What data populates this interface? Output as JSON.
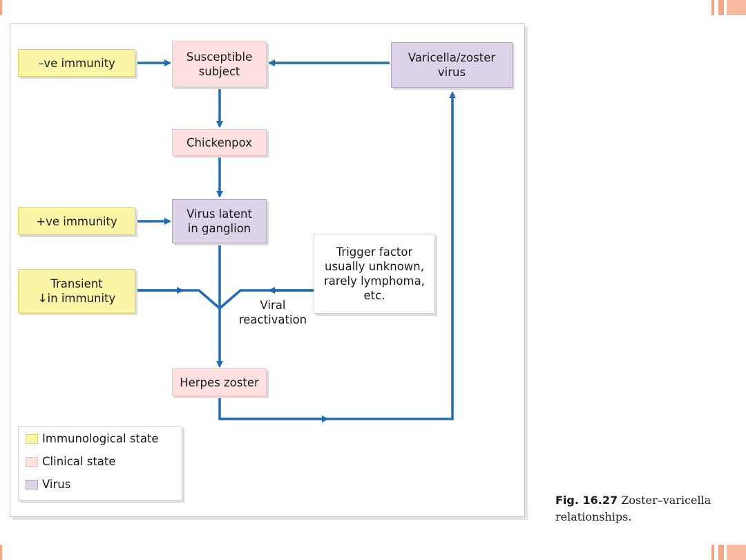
{
  "nodes": {
    "neg_immunity": "–ve immunity",
    "susceptible_l1": "Susceptible",
    "susceptible_l2": "subject",
    "varicella_l1": "Varicella/zoster",
    "varicella_l2": "virus",
    "chickenpox": "Chickenpox",
    "pos_immunity": "+ve immunity",
    "latent_l1": "Virus latent",
    "latent_l2": "in ganglion",
    "transient_l1": "Transient",
    "transient_l2": "↓in immunity",
    "trigger_l1": "Trigger factor",
    "trigger_l2": "usually unknown,",
    "trigger_l3": "rarely lymphoma,",
    "trigger_l4": "etc.",
    "viral_l1": "Viral",
    "viral_l2": "reactivation",
    "herpes": "Herpes zoster"
  },
  "legend": [
    {
      "label": "Immunological state",
      "color": "#fbf6a5"
    },
    {
      "label": "Clinical state",
      "color": "#fde0df"
    },
    {
      "label": "Virus",
      "color": "#dcd3e8"
    }
  ],
  "caption": {
    "fig_label": "Fig. 16.27",
    "text_l1": "Zoster–varicella",
    "text_l2": "relationships."
  },
  "colors": {
    "arrow": "#1e6cb3",
    "immunological": "#fbf6a5",
    "clinical": "#fde0df",
    "virus": "#dcd3e8",
    "decor": "#f4a582"
  }
}
